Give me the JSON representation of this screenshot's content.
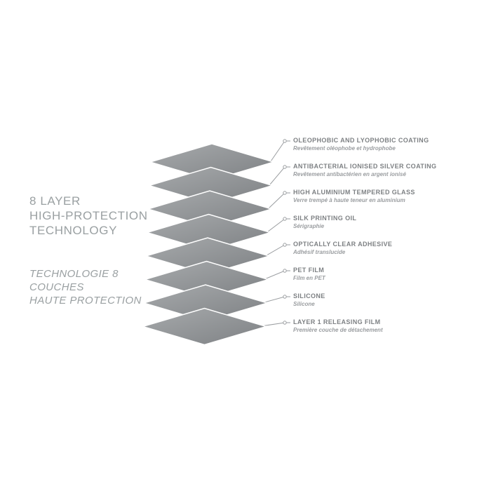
{
  "left_panel": {
    "heading_lines": [
      "8 LAYER",
      "HIGH-PROTECTION",
      "TECHNOLOGY"
    ],
    "subheading_lines": [
      "TECHNOLOGIE 8",
      "COUCHES",
      "HAUTE PROTECTION"
    ]
  },
  "layers": [
    {
      "title": "OLEOPHOBIC AND LYOPHOBIC COATING",
      "subtitle": "Revêtement oléophobe et hydrophobe"
    },
    {
      "title": "ANTIBACTERIAL IONISED SILVER COATING",
      "subtitle": "Revêtement antibactérien en argent ionisé"
    },
    {
      "title": "HIGH ALUMINIUM TEMPERED GLASS",
      "subtitle": "Verre trempé à haute teneur en aluminium"
    },
    {
      "title": "SILK PRINTING OIL",
      "subtitle": "Sérigraphie"
    },
    {
      "title": "OPTICALLY CLEAR ADHESIVE",
      "subtitle": "Adhésif translucide"
    },
    {
      "title": "PET FILM",
      "subtitle": "Film en PET"
    },
    {
      "title": "SILICONE",
      "subtitle": "Silicone"
    },
    {
      "title": "LAYER 1 RELEASING FILM",
      "subtitle": "Première couche de détachement"
    }
  ],
  "colors": {
    "layer_fill_top": "#a7aaac",
    "layer_fill_bottom": "#7e8184",
    "line_color": "#9a9da0",
    "title_color": "#7d8083",
    "subtitle_color": "#9a9da0",
    "heading_color": "#9aa0a2",
    "bg_color": "#ffffff"
  }
}
